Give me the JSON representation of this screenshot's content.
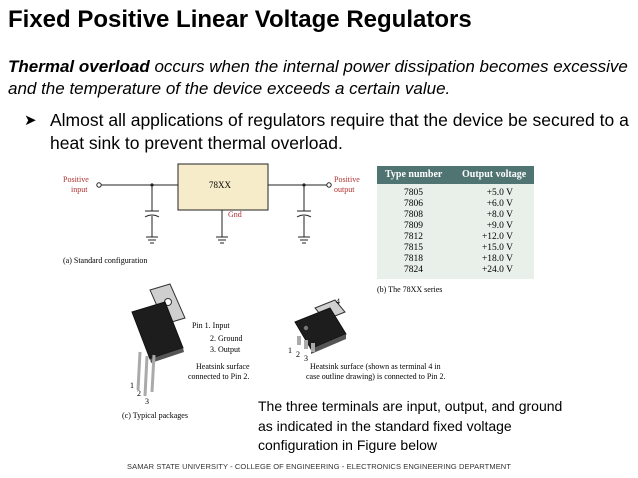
{
  "slide": {
    "title": "Fixed Positive Linear Voltage Regulators",
    "intro_emphasis": "Thermal overload",
    "intro_rest": " occurs when the internal power dissipation becomes excessive and the temperature of the device exceeds a certain value.",
    "bullet": "Almost all applications of regulators require that the device be secured to a heat sink to prevent thermal overload.",
    "note": "The three terminals are input, output, and ground as indicated in the standard fixed voltage configuration in Figure below",
    "footer": "SAMAR STATE UNIVERSITY - COLLEGE OF ENGINEERING - ELECTRONICS ENGINEERING DEPARTMENT"
  },
  "circuit": {
    "input_label_1": "Positive",
    "input_label_2": "input",
    "output_label_1": "Positive",
    "output_label_2": "output",
    "ic_label": "78XX",
    "gnd_label": "Gnd",
    "caption": "(a) Standard configuration"
  },
  "series_table": {
    "headers": [
      "Type number",
      "Output voltage"
    ],
    "rows": [
      [
        "7805",
        "+5.0 V"
      ],
      [
        "7806",
        "+6.0 V"
      ],
      [
        "7808",
        "+8.0 V"
      ],
      [
        "7809",
        "+9.0 V"
      ],
      [
        "7812",
        "+12.0 V"
      ],
      [
        "7815",
        "+15.0 V"
      ],
      [
        "7818",
        "+18.0 V"
      ],
      [
        "7824",
        "+24.0 V"
      ]
    ],
    "caption": "(b) The 78XX series",
    "header_color": "#4f7471",
    "body_color": "#e9f0ea"
  },
  "packages": {
    "pin1": "Pin 1. Input",
    "pin2": "2. Ground",
    "pin3": "3. Output",
    "to220_note_1": "Heatsink surface",
    "to220_note_2": "connected to Pin 2.",
    "smd_note_1": "Heatsink surface (shown as terminal 4 in",
    "smd_note_2": "case outline drawing) is connected to Pin 2.",
    "caption": "(c) Typical packages",
    "lead_labels": [
      "1",
      "2",
      "3"
    ],
    "smd_tab_label": "4",
    "smd_lead_labels": [
      "1",
      "2",
      "3"
    ]
  }
}
